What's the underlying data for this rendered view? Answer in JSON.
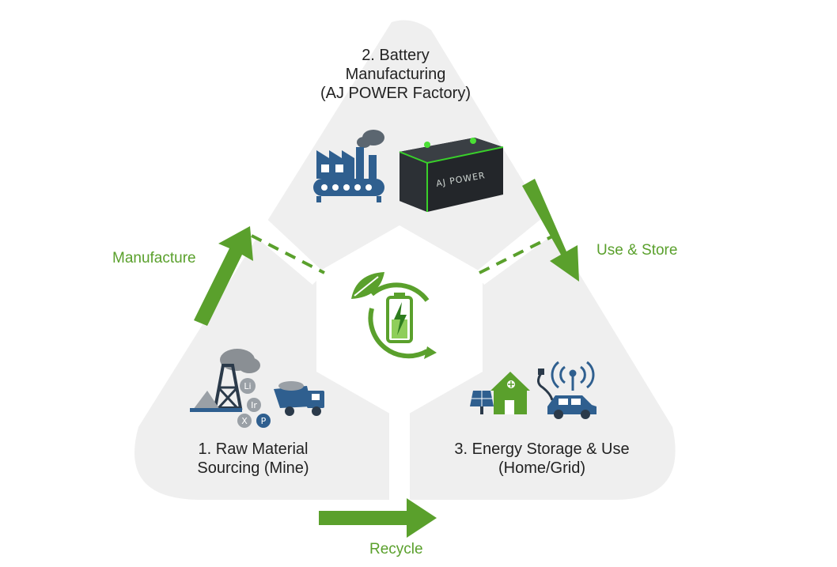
{
  "steps": [
    {
      "id": "raw-material",
      "lines": [
        "1. Raw Material",
        "Sourcing (Mine)"
      ]
    },
    {
      "id": "manufacturing",
      "lines": [
        "2. Battery",
        "Manufacturing",
        "(AJ POWER Factory)"
      ]
    },
    {
      "id": "storage-use",
      "lines": [
        "3. Energy Storage & Use",
        "(Home/Grid)"
      ]
    }
  ],
  "arrows": {
    "manufacture": "Manufacture",
    "use_store": "Use & Store",
    "recycle": "Recycle"
  },
  "battery_brand": "AJ POWER",
  "element_symbols": [
    "Li",
    "Ir",
    "X",
    "P"
  ],
  "colors": {
    "accent_green": "#5aa02c",
    "panel_gray": "#efefef",
    "icon_blue": "#2f5f8f",
    "icon_dark": "#2b3a4a"
  },
  "icons": [
    "factory-icon",
    "battery-icon",
    "recycle-battery-icon",
    "mine-icon",
    "dump-truck-icon",
    "house-icon",
    "solar-panel-icon",
    "electric-car-icon",
    "signal-tower-icon"
  ]
}
